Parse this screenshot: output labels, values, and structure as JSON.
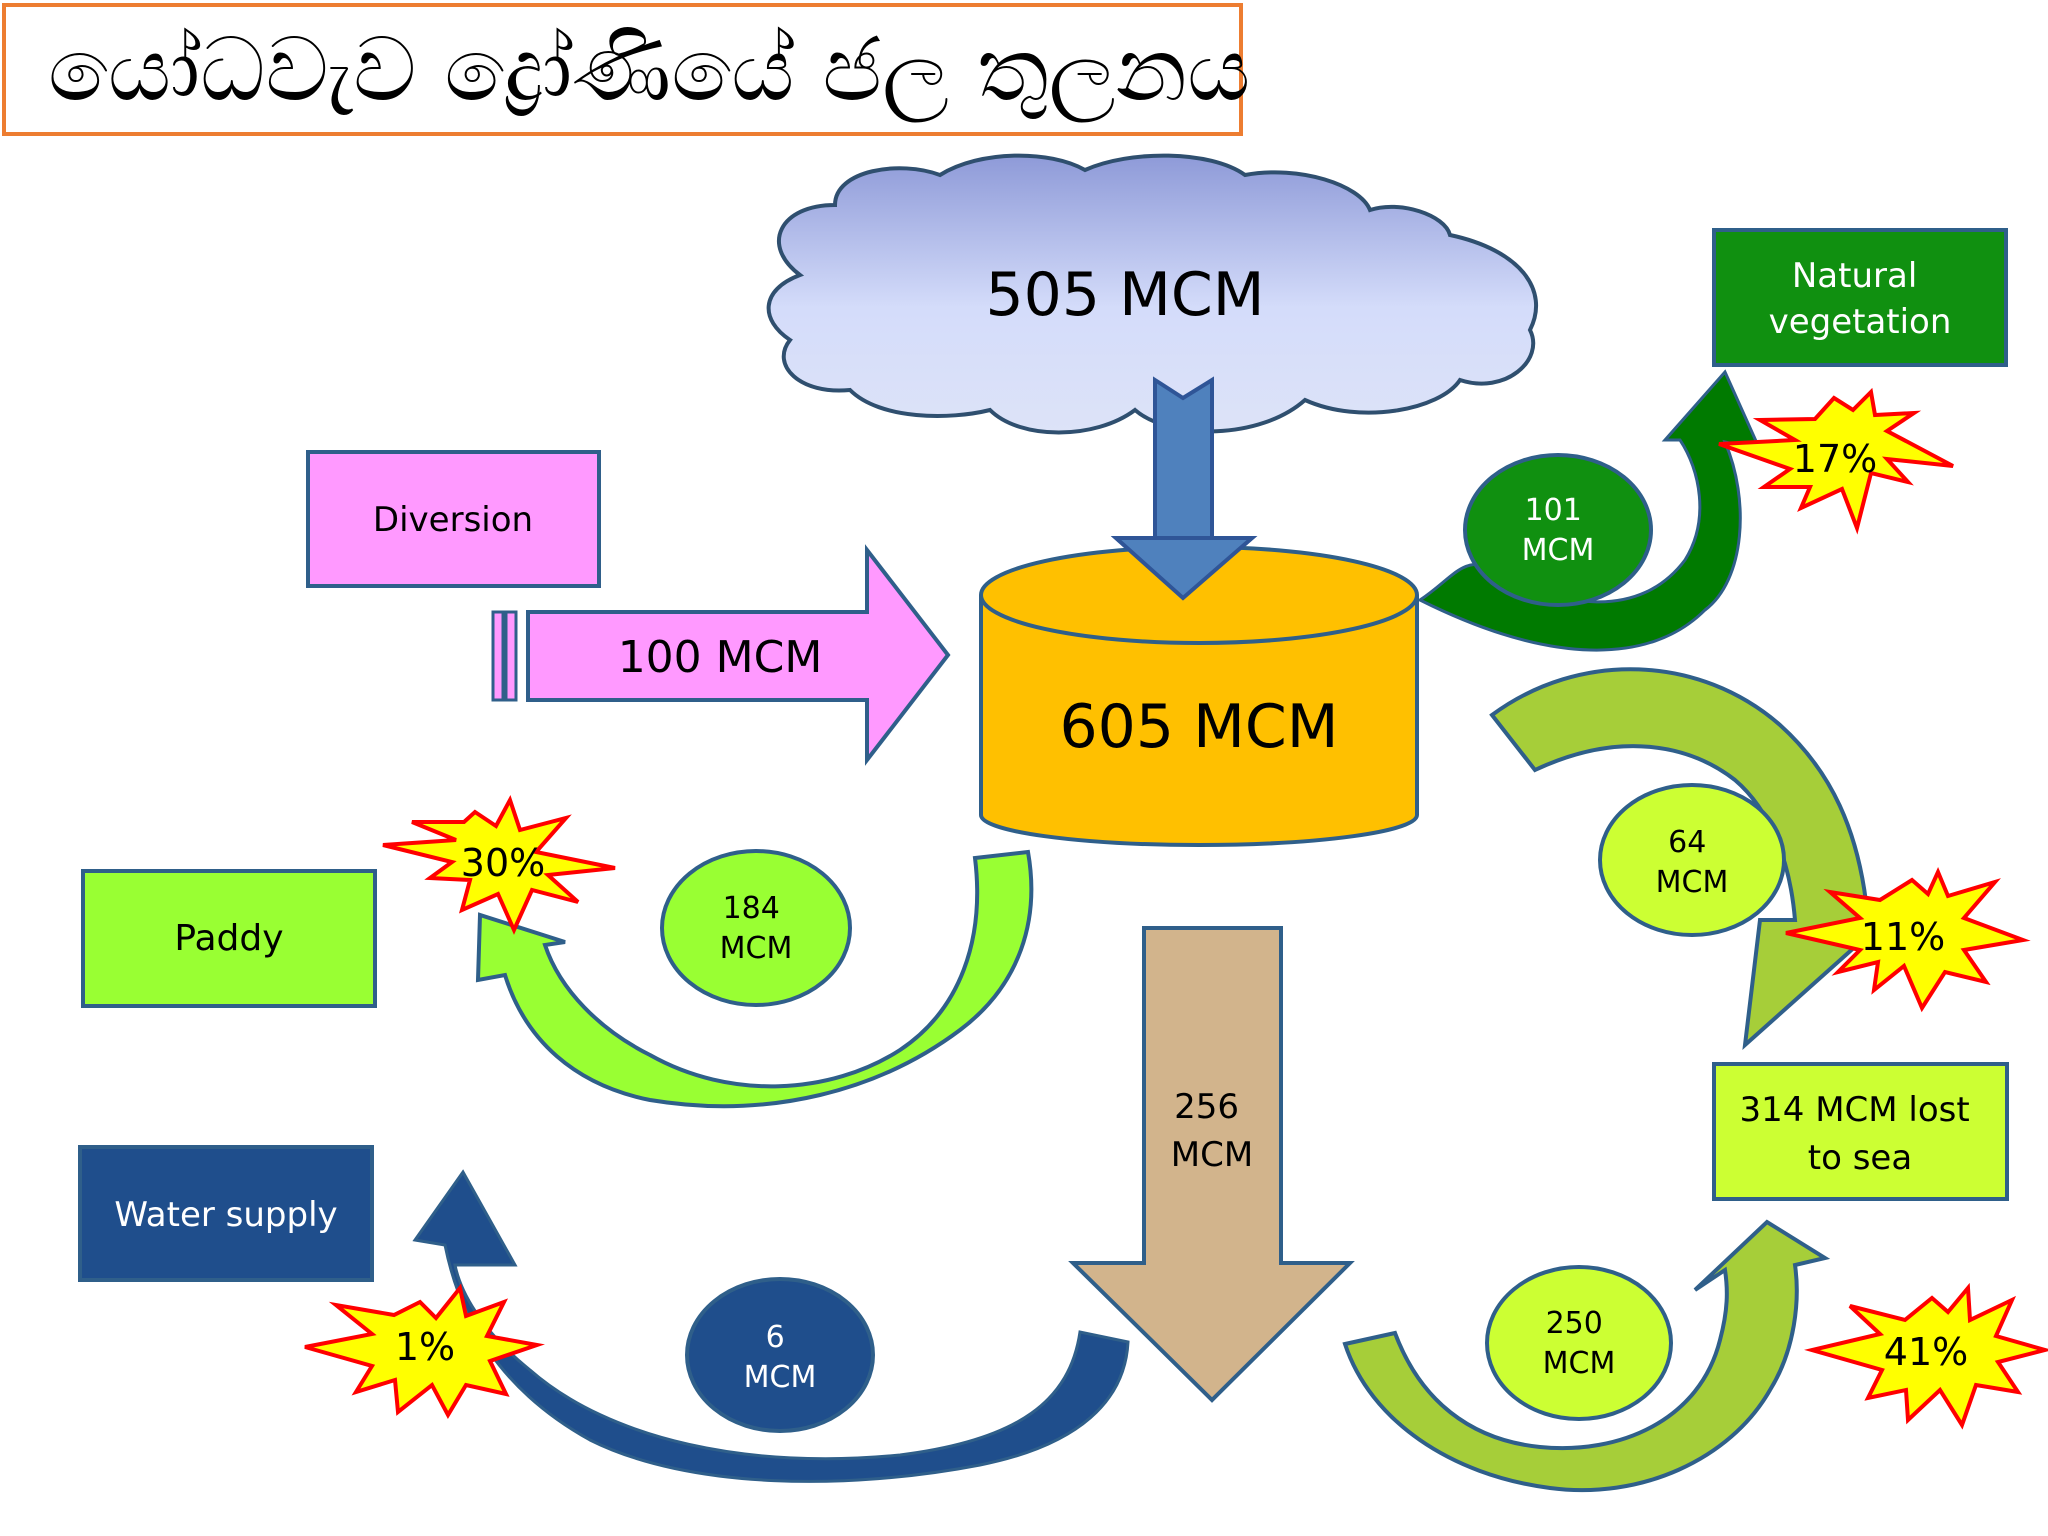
{
  "title": "යෝධවැව ද්‍රෝණියේ ජල තුලනය",
  "colors": {
    "title_border": "#ED7D31",
    "cloud": "#CBD5F5",
    "reservoir": "#FFC000",
    "diversion": "#FF99FF",
    "natural_vegetation": "#109010",
    "paddy": "#99FF33",
    "lost_to_sea": "#CCFF33",
    "water_supply": "#1F4E8C",
    "downstream": "#D2B48C",
    "burst_fill": "#FFFF00",
    "burst_stroke": "#FF0000"
  },
  "rainfall": {
    "value": "505 MCM"
  },
  "reservoir": {
    "value": "605 MCM"
  },
  "diversion": {
    "label": "Diversion",
    "value": "100 MCM"
  },
  "natural_vegetation": {
    "label": [
      "Natural",
      "vegetation"
    ],
    "amount": [
      "101",
      "MCM"
    ],
    "percent": "17%"
  },
  "spill": {
    "amount": [
      "64",
      "MCM"
    ],
    "percent": "11%"
  },
  "lost_to_sea": {
    "label": [
      "314 MCM lost",
      "to sea"
    ]
  },
  "paddy": {
    "label": "Paddy",
    "amount": [
      "184",
      "MCM"
    ],
    "percent": "30%"
  },
  "downstream": {
    "amount": [
      "256",
      "MCM"
    ]
  },
  "water_supply": {
    "label": "Water supply",
    "amount": [
      "6",
      "MCM"
    ],
    "percent": "1%"
  },
  "sea_outflow": {
    "amount": [
      "250",
      "MCM"
    ],
    "percent": "41%"
  }
}
